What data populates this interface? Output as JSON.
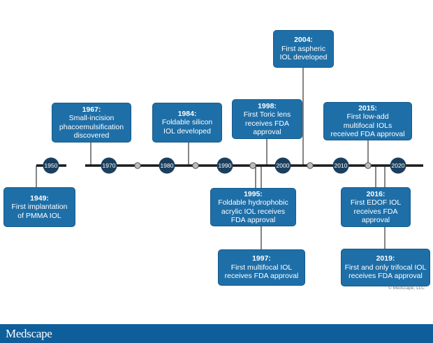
{
  "timeline": {
    "decade_labels": [
      "1950",
      "1970",
      "1980",
      "1990",
      "2000",
      "2010",
      "2020"
    ],
    "events": [
      {
        "year": "1949:",
        "text": [
          "First implantation",
          "of PMMA IOL"
        ]
      },
      {
        "year": "1967:",
        "text": [
          "Small-incision",
          "phacoemulsification",
          "discovered"
        ]
      },
      {
        "year": "1984:",
        "text": [
          "Foldable silicon",
          "IOL developed"
        ]
      },
      {
        "year": "1995:",
        "text": [
          "Foldable hydrophobic",
          "acrylic IOL receives",
          "FDA approval"
        ]
      },
      {
        "year": "1997:",
        "text": [
          "First multifocal IOL",
          "receives FDA approval"
        ]
      },
      {
        "year": "1998:",
        "text": [
          "First Toric lens",
          "receives FDA",
          "approval"
        ]
      },
      {
        "year": "2004:",
        "text": [
          "First aspheric",
          "IOL developed"
        ]
      },
      {
        "year": "2015:",
        "text": [
          "First low-add",
          "multifocal IOLs",
          "received FDA approval"
        ]
      },
      {
        "year": "2016:",
        "text": [
          "First EDOF IOL",
          "receives FDA",
          "approval"
        ]
      },
      {
        "year": "2019:",
        "text": [
          "First and only trifocal IOL",
          "receives FDA approval"
        ]
      }
    ]
  },
  "copyright": "© Medscape, LLC",
  "footer": {
    "logo_text": "Medscape"
  },
  "colors": {
    "box": "#1e6fa8",
    "decade_circle": "#1b3f5e",
    "line": "#1a1a1a",
    "footer": "#0f5e9c"
  }
}
